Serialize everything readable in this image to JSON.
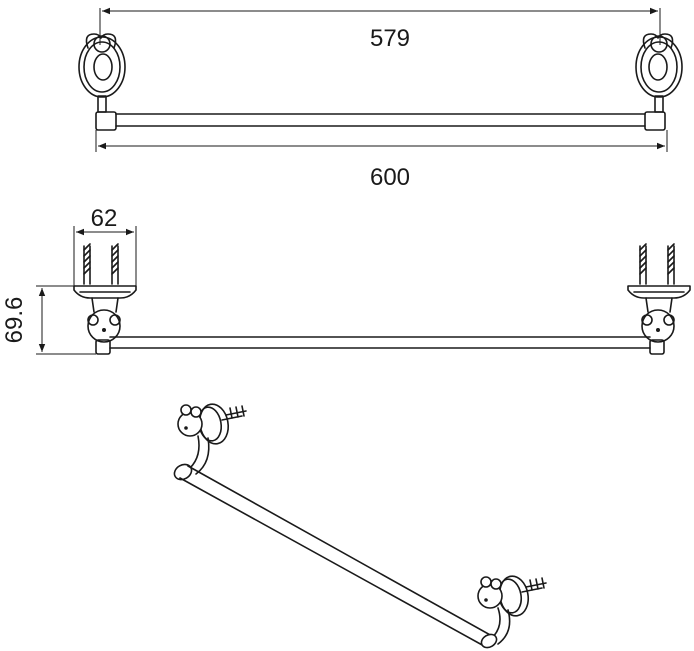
{
  "dimensions": {
    "rail_inner_length": "579",
    "overall_length": "600",
    "projection_depth": "62",
    "mount_height": "69.6"
  },
  "colors": {
    "ink": "#1a1a1a",
    "paper": "#ffffff"
  }
}
